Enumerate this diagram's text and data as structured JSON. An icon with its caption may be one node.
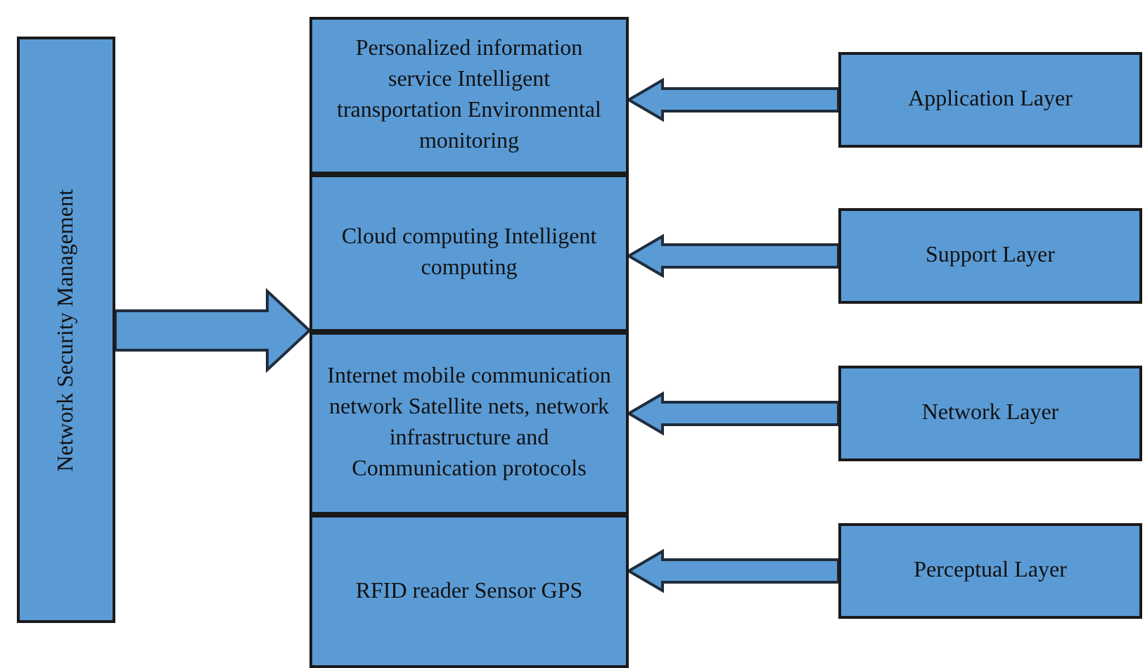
{
  "diagram": {
    "nodes": [
      {
        "text": [
          "Network Security Management"
        ]
      },
      {
        "text": [
          "Personalized information service Intelligent transportation Environmental monitoring"
        ]
      },
      {
        "text": [
          "Cloud computing Intelligent computing"
        ]
      },
      {
        "text": [
          "Internet mobile communication network Satellite nets, network infrastructure and Communication protocols"
        ]
      },
      {
        "text": [
          "RFID reader Sensor GPS"
        ]
      },
      {
        "text": [
          "Application Layer"
        ]
      },
      {
        "text": [
          "Support Layer"
        ]
      },
      {
        "text": [
          "Network Layer"
        ]
      },
      {
        "text": [
          "Perceptual Layer"
        ]
      }
    ],
    "edges": [
      {
        "from": 0,
        "to": 2,
        "arrow": "to",
        "style": "thick"
      },
      {
        "from": 5,
        "to": 1,
        "arrow": "to",
        "style": "thick"
      },
      {
        "from": 6,
        "to": 2,
        "arrow": "to",
        "style": "thick"
      },
      {
        "from": 7,
        "to": 3,
        "arrow": "to",
        "style": "thick"
      },
      {
        "from": 8,
        "to": 4,
        "arrow": "to",
        "style": "thick"
      }
    ]
  }
}
